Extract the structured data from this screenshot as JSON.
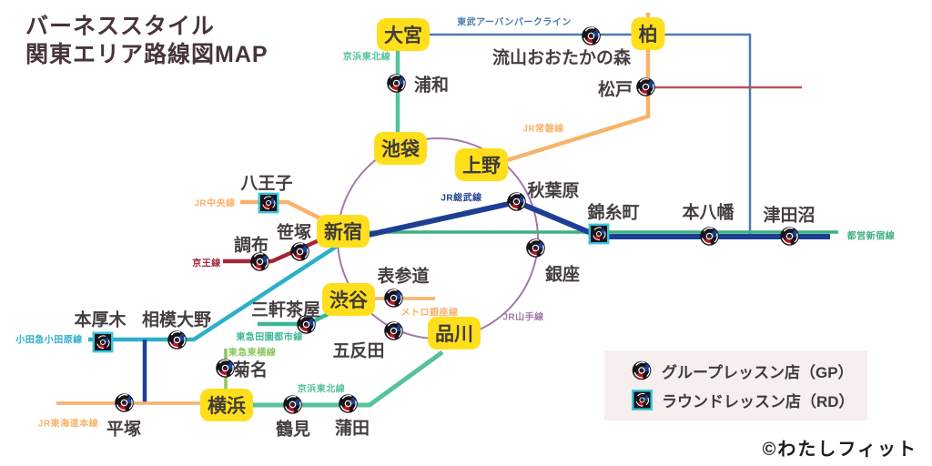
{
  "title": {
    "line1": "バーネススタイル",
    "line2": "関東エリア路線図MAP"
  },
  "copyright": "©わたしフィット",
  "legend": {
    "items": [
      {
        "icon": "gp-icon",
        "type": "gp",
        "label": "グループレッスン店（GP）"
      },
      {
        "icon": "rd-icon",
        "type": "rd",
        "label": "ラウンドレッスン店（RD）"
      }
    ]
  },
  "colors": {
    "badge_bg": "#ffdf1b",
    "badge_text": "#3f3a3c",
    "title_text": "#473538",
    "station_text": "#443e40",
    "legend_bg": "#f7eeee",
    "urban_park": "#4d7ab0",
    "keihin_tohoku": "#55c29b",
    "jr_orange": "#f8b269",
    "keio": "#a32537",
    "sobu_navy": "#1c3f93",
    "toei_shinjuku": "#3eb183",
    "yamanote": "#a478a8",
    "denentoshi": "#3db896",
    "toyoko": "#8cc65e",
    "odakyu": "#2cb0ca",
    "matsudo_red": "#b0545f",
    "rd_border": "#35c4da",
    "icon_dark": "#17141a",
    "icon_red": "#b51524",
    "icon_blue": "#1d3f8f"
  },
  "map": {
    "stations": [
      {
        "name": "大宮",
        "type": "hub",
        "label": [
          443,
          38
        ]
      },
      {
        "name": "柏",
        "type": "hub",
        "label": [
          712,
          37
        ]
      },
      {
        "name": "池袋",
        "type": "hub",
        "label": [
          440,
          163
        ]
      },
      {
        "name": "上野",
        "type": "hub",
        "label": [
          529,
          181
        ]
      },
      {
        "name": "新宿",
        "type": "hub",
        "label": [
          377,
          254
        ]
      },
      {
        "name": "渋谷",
        "type": "hub",
        "label": [
          383,
          329
        ]
      },
      {
        "name": "品川",
        "type": "hub",
        "label": [
          499,
          366
        ]
      },
      {
        "name": "横浜",
        "type": "hub",
        "label": [
          249,
          445
        ]
      },
      {
        "name": "浦和",
        "type": "gp",
        "icon": [
          436,
          92
        ],
        "label": [
          474,
          92
        ]
      },
      {
        "name": "流山おおたかの森",
        "type": "gp",
        "icon": [
          650,
          40
        ],
        "label": [
          617,
          62
        ]
      },
      {
        "name": "松戸",
        "type": "gp",
        "icon": [
          710,
          96
        ],
        "label": [
          676,
          97
        ]
      },
      {
        "name": "八王子",
        "type": "rd",
        "icon": [
          295,
          223
        ],
        "label": [
          293,
          200
        ]
      },
      {
        "name": "笹塚",
        "type": "gp",
        "icon": [
          330,
          277
        ],
        "label": [
          323,
          254
        ]
      },
      {
        "name": "調布",
        "type": "gp",
        "icon": [
          286,
          288
        ],
        "label": [
          276,
          268
        ]
      },
      {
        "name": "秋葉原",
        "type": "gp",
        "icon": [
          568,
          222
        ],
        "label": [
          608,
          208
        ]
      },
      {
        "name": "錦糸町",
        "type": "rd",
        "icon": [
          658,
          257
        ],
        "label": [
          674,
          232
        ]
      },
      {
        "name": "本八幡",
        "type": "gp",
        "icon": [
          780,
          260
        ],
        "label": [
          778,
          232
        ]
      },
      {
        "name": "津田沼",
        "type": "gp",
        "icon": [
          868,
          260
        ],
        "label": [
          867,
          235
        ]
      },
      {
        "name": "銀座",
        "type": "gp",
        "icon": [
          589,
          273
        ],
        "label": [
          618,
          300
        ]
      },
      {
        "name": "表参道",
        "type": "gp",
        "icon": [
          433,
          328
        ],
        "label": [
          443,
          302
        ]
      },
      {
        "name": "五反田",
        "type": "gp",
        "icon": [
          433,
          364
        ],
        "label": [
          394,
          384
        ]
      },
      {
        "name": "三軒茶屋",
        "type": "gp",
        "icon": [
          337,
          357
        ],
        "label": [
          314,
          339
        ]
      },
      {
        "name": "本厚木",
        "type": "rd",
        "icon": [
          113,
          376
        ],
        "label": [
          110,
          350
        ]
      },
      {
        "name": "相模大野",
        "type": "gp",
        "icon": [
          195,
          374
        ],
        "label": [
          194,
          350
        ]
      },
      {
        "name": "菊名",
        "type": "gp",
        "icon": [
          248,
          405
        ],
        "label": [
          275,
          405
        ]
      },
      {
        "name": "鶴見",
        "type": "gp",
        "icon": [
          322,
          445
        ],
        "label": [
          322,
          470
        ]
      },
      {
        "name": "蒲田",
        "type": "gp",
        "icon": [
          383,
          444
        ],
        "label": [
          387,
          469
        ]
      },
      {
        "name": "平塚",
        "type": "gp",
        "icon": [
          137,
          443
        ],
        "label": [
          136,
          470
        ]
      }
    ],
    "line_labels": [
      {
        "text": "東武アーバンパークライン",
        "pos": [
          565,
          23
        ],
        "color": "#4d7ab0"
      },
      {
        "text": "京浜東北線",
        "pos": [
          403,
          61
        ],
        "color": "#55c29b"
      },
      {
        "text": "JR常磐線",
        "pos": [
          597,
          140
        ],
        "color": "#f8b269"
      },
      {
        "text": "JR中央線",
        "pos": [
          236,
          222
        ],
        "color": "#f8b269"
      },
      {
        "text": "京王線",
        "pos": [
          227,
          288
        ],
        "color": "#a32537"
      },
      {
        "text": "JR総武線",
        "pos": [
          507,
          216
        ],
        "color": "#1c3f93"
      },
      {
        "text": "都営新宿線",
        "pos": [
          957,
          258
        ],
        "color": "#3eb183"
      },
      {
        "text": "JR山手線",
        "pos": [
          575,
          347
        ],
        "color": "#a478a8"
      },
      {
        "text": "メトロ銀座線",
        "pos": [
          472,
          342
        ],
        "color": "#f8b269"
      },
      {
        "text": "東急田園都市線",
        "pos": [
          296,
          369
        ],
        "color": "#3db896"
      },
      {
        "text": "東急東横線",
        "pos": [
          277,
          386
        ],
        "color": "#8cc65e"
      },
      {
        "text": "小田急小田原線",
        "pos": [
          54,
          372
        ],
        "color": "#2cb0ca"
      },
      {
        "text": "JR東海道本線",
        "pos": [
          75,
          464
        ],
        "color": "#f8b269"
      },
      {
        "text": "京浜東北線",
        "pos": [
          353,
          426
        ],
        "color": "#55c29b"
      }
    ]
  }
}
